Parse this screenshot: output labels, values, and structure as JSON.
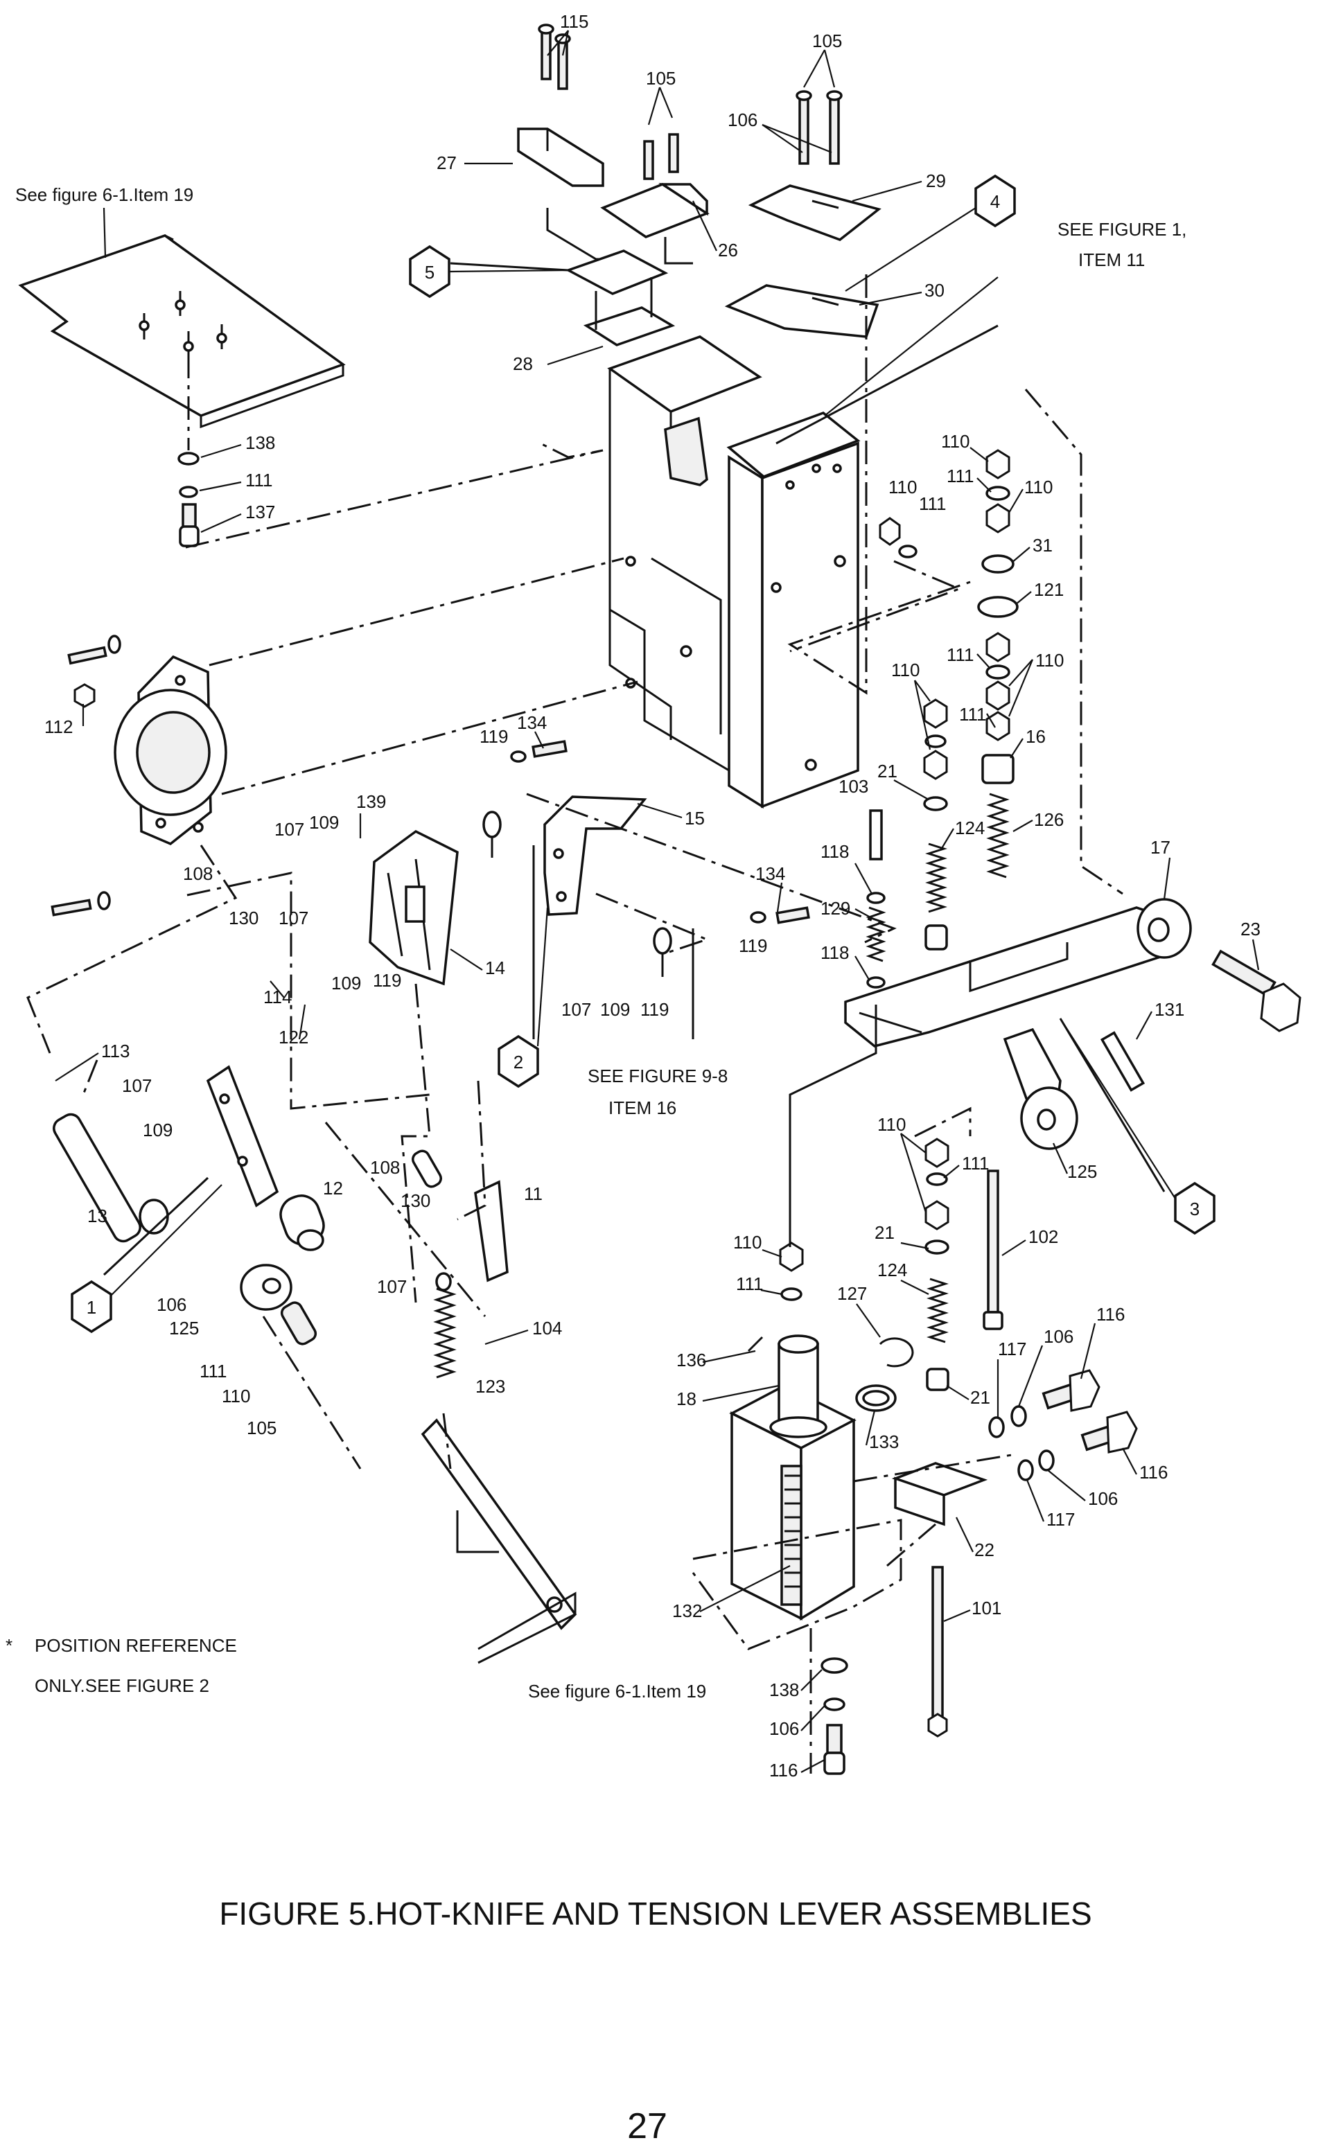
{
  "figure": {
    "caption": "FIGURE 5.HOT-KNIFE AND TENSION LEVER ASSEMBLIES",
    "page_number": "27"
  },
  "notes": {
    "see_fig_6_1_top": "See figure 6-1.Item 19",
    "see_fig_6_1_bottom": "See figure 6-1.Item 19",
    "see_fig_1_line1": "SEE FIGURE 1,",
    "see_fig_1_line2": "ITEM 11",
    "see_fig_9_8_line1": "SEE FIGURE 9-8",
    "see_fig_9_8_line2": "ITEM 16",
    "asterisk": "*",
    "position_ref_line1": "POSITION REFERENCE",
    "position_ref_line2": "ONLY.SEE FIGURE 2"
  },
  "position_refs": [
    "1",
    "2",
    "3",
    "4",
    "5"
  ],
  "callouts": [
    "115",
    "105",
    "105",
    "106",
    "27",
    "29",
    "26",
    "28",
    "30",
    "138",
    "111",
    "137",
    "110",
    "111",
    "110",
    "110",
    "111",
    "31",
    "121",
    "112",
    "110",
    "111",
    "110",
    "111",
    "16",
    "134",
    "119",
    "15",
    "103",
    "21",
    "124",
    "126",
    "17",
    "139",
    "107",
    "109",
    "108",
    "118",
    "134",
    "129",
    "23",
    "130",
    "107",
    "14",
    "119",
    "118",
    "114",
    "109",
    "119",
    "107",
    "109",
    "119",
    "131",
    "122",
    "113",
    "107",
    "109",
    "110",
    "111",
    "125",
    "108",
    "12",
    "130",
    "11",
    "13",
    "21",
    "102",
    "110",
    "124",
    "111",
    "127",
    "106",
    "107",
    "104",
    "116",
    "106",
    "117",
    "125",
    "111",
    "123",
    "136",
    "18",
    "21",
    "110",
    "105",
    "133",
    "116",
    "106",
    "117",
    "22",
    "132",
    "101",
    "138",
    "106",
    "116"
  ]
}
